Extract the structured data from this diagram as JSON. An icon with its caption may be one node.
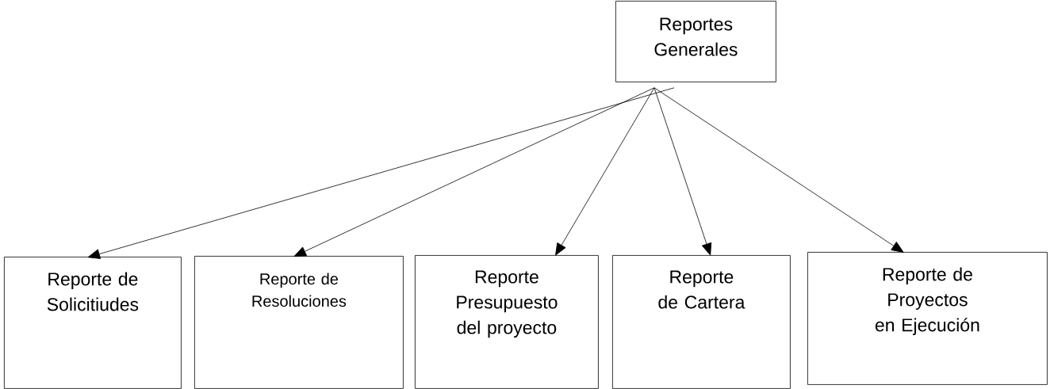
{
  "diagram": {
    "nodes": [
      {
        "text": [
          "Reportes Generales"
        ]
      },
      {
        "text": [
          "Reporte de Solicitiudes"
        ]
      },
      {
        "text": [
          "Reporte de Resoluciones"
        ]
      },
      {
        "text": [
          "Reporte Presupuesto del proyecto"
        ]
      },
      {
        "text": [
          "Reporte de Cartera"
        ]
      },
      {
        "text": [
          "Reporte de Proyectos en Ejecución"
        ]
      }
    ],
    "edges": [
      {
        "from": 0,
        "to": 1,
        "arrow": "to"
      },
      {
        "from": 0,
        "to": 2,
        "arrow": "to"
      },
      {
        "from": 0,
        "to": 3,
        "arrow": "to"
      },
      {
        "from": 0,
        "to": 4,
        "arrow": "to"
      },
      {
        "from": 0,
        "to": 5,
        "arrow": "to"
      }
    ]
  }
}
